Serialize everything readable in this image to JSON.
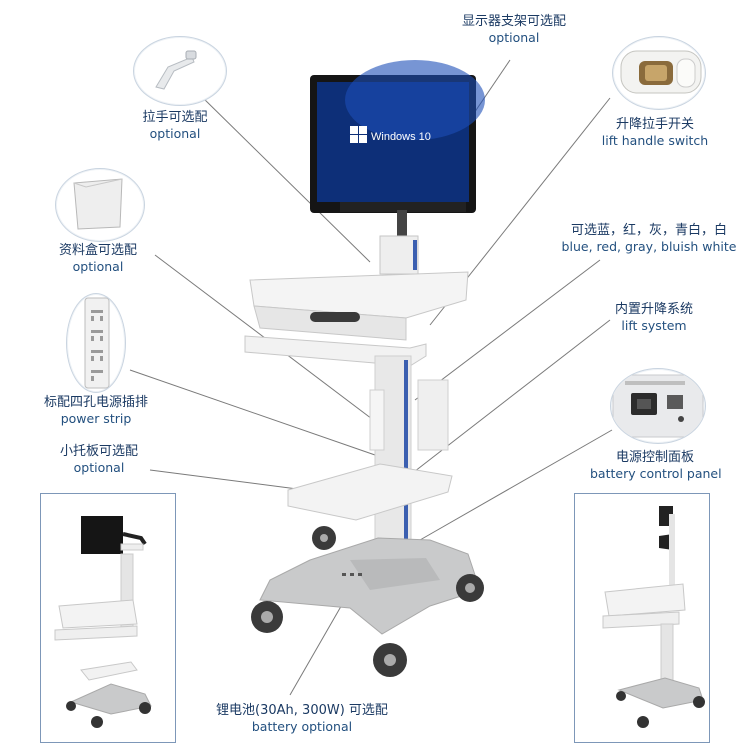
{
  "callouts": {
    "monitor_mount": {
      "zh": "显示器支架可选配",
      "en": "optional"
    },
    "handle": {
      "zh": "拉手可选配",
      "en": "optional"
    },
    "lift_switch": {
      "zh": "升降拉手开关",
      "en": "lift handle switch"
    },
    "storage_box": {
      "zh": "资料盒可选配",
      "en": "optional"
    },
    "colors": {
      "zh": "可选蓝，红，灰，青白，白",
      "en": "blue, red, gray, bluish white"
    },
    "lift_system": {
      "zh": "内置升降系统",
      "en": "lift system"
    },
    "power_strip": {
      "zh": "标配四孔电源插排",
      "en": "power strip"
    },
    "small_tray": {
      "zh": "小托板可选配",
      "en": "optional"
    },
    "control_panel": {
      "zh": "电源控制面板",
      "en": "battery control panel"
    },
    "battery": {
      "zh": "锂电池(30Ah, 300W) 可选配",
      "en": "battery optional"
    }
  },
  "screen": {
    "os_label": "Windows 10"
  },
  "colors": {
    "line": "#7a7a7a",
    "frame": "#7d97b8",
    "cart_body": "#e6e8ea",
    "accent_blue": "#3b5fb0"
  }
}
